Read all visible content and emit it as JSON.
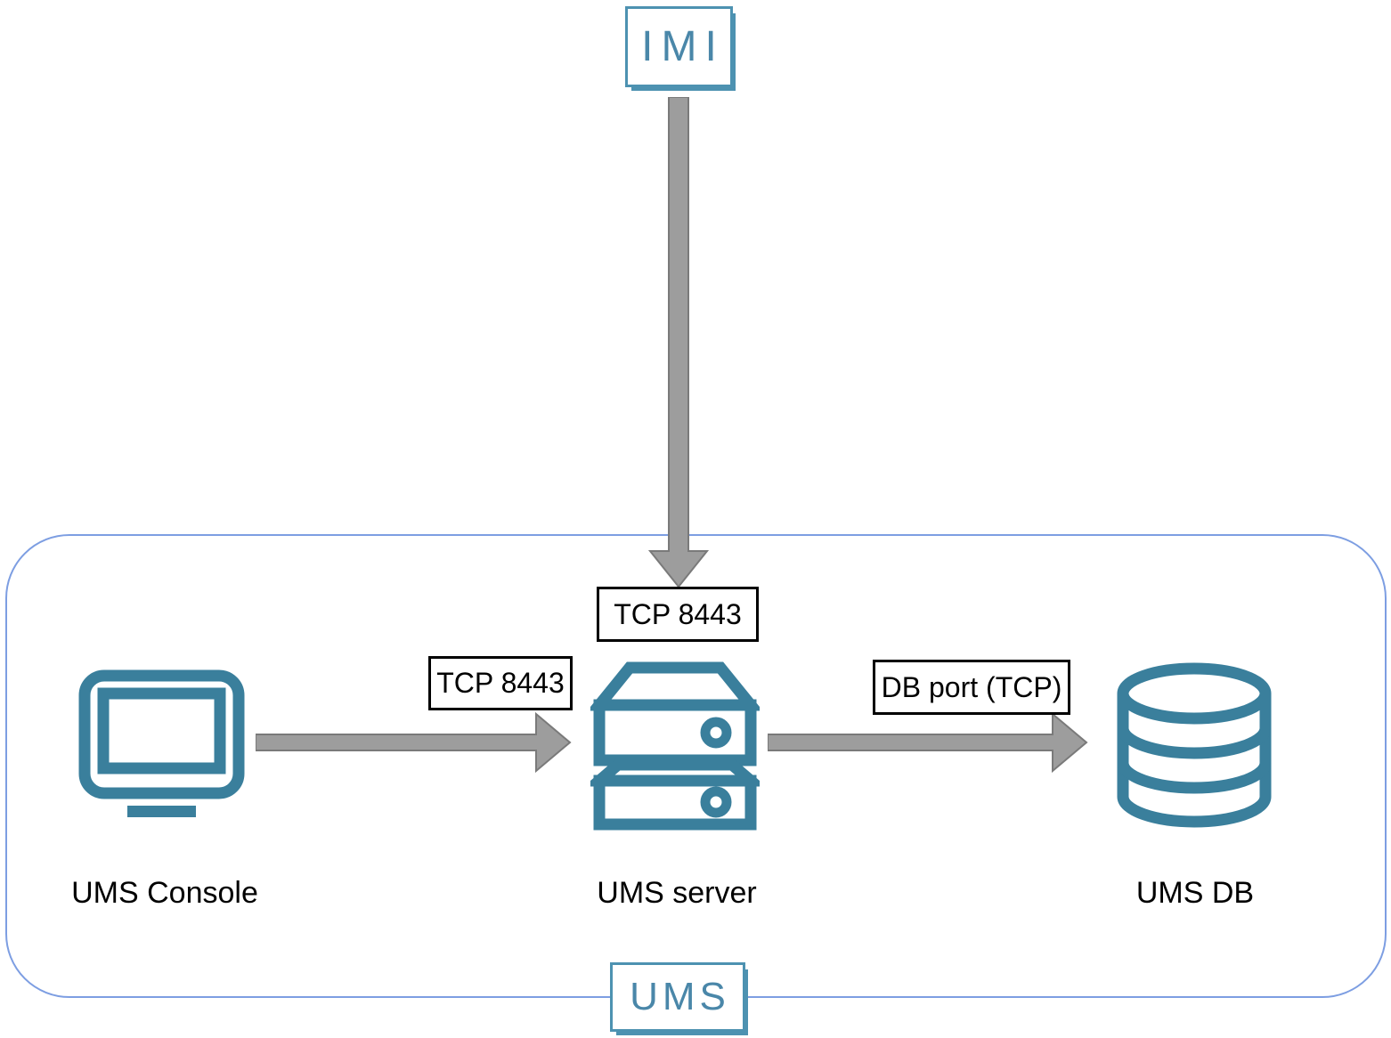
{
  "diagram": {
    "title_hint": "UMS architecture port diagram",
    "nodes": {
      "imi": {
        "label": "IMI"
      },
      "console": {
        "label": "UMS Console"
      },
      "server": {
        "label": "UMS server"
      },
      "db": {
        "label": "UMS DB"
      }
    },
    "group": {
      "label": "UMS"
    },
    "edges": [
      {
        "from": "IMI",
        "to": "UMS server",
        "label": "TCP 8443",
        "direction": "down"
      },
      {
        "from": "UMS Console",
        "to": "UMS server",
        "label": "TCP 8443",
        "direction": "right"
      },
      {
        "from": "UMS server",
        "to": "UMS DB",
        "label": "DB port (TCP)",
        "direction": "right"
      }
    ],
    "colors": {
      "icon_teal": "#3a7f9c",
      "badge_teal_border": "#4d92b1",
      "badge_teal_text": "#4a87a9",
      "container_border_blue": "#7d9ee2",
      "arrow_fill": "#9d9d9d",
      "arrow_outline": "#7a7a7a",
      "label_border": "#000000",
      "label_text": "#000000"
    }
  }
}
